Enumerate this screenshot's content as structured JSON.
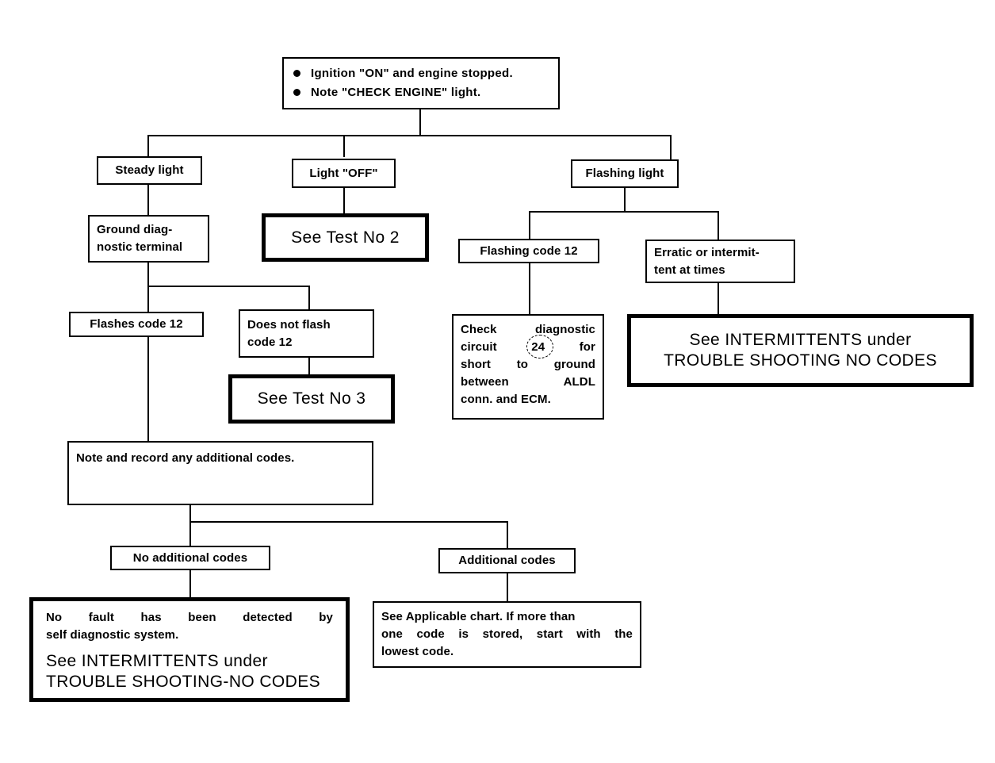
{
  "diagram": {
    "title": "CHECK ENGINE light diagnostic flow chart",
    "line_color": "#000000",
    "background": "#ffffff"
  },
  "nodes": {
    "start": {
      "bullets": [
        "Ignition \"ON\" and engine stopped.",
        "Note \"CHECK ENGINE\" light."
      ]
    },
    "steady_light": {
      "label": "Steady light"
    },
    "light_off": {
      "label": "Light \"OFF\""
    },
    "flashing_light": {
      "label": "Flashing light"
    },
    "ground_diagnostic": {
      "line1": "Ground     diag-",
      "line2": "nostic terminal"
    },
    "see_test_no_2": {
      "label": "See Test No  2"
    },
    "flashing_code_12": {
      "label": "Flashing code 12"
    },
    "erratic": {
      "line1": "Erratic  or  intermit-",
      "line2": "tent at times"
    },
    "flashes_code_12": {
      "label": "Flashes code 12"
    },
    "does_not_flash": {
      "line1": "Does   not   flash",
      "line2": "code 12"
    },
    "see_test_no_3": {
      "label": "See Test No  3"
    },
    "check_diagnostic_circuit": {
      "line1": "Check      diagnostic",
      "line2_a": "circuit",
      "line2_code": "24",
      "line2_b": "for",
      "line3": "short    to    ground",
      "line4": "between        ALDL",
      "line5": "conn. and ECM."
    },
    "see_intermittents_right": {
      "line1": "See INTERMITTENTS under",
      "line2": "TROUBLE SHOOTING NO CODES"
    },
    "note_record": {
      "label": "Note and record any additional codes."
    },
    "no_additional_codes": {
      "label": "No additional codes"
    },
    "additional_codes": {
      "label": "Additional codes"
    },
    "no_fault": {
      "line1": "No  fault  has  been  detected  by",
      "line2": "self diagnostic system.",
      "ref1": "See INTERMITTENTS under",
      "ref2": "TROUBLE SHOOTING-NO CODES"
    },
    "see_applicable_chart": {
      "line1": "See Applicable chart.   If more than",
      "line2": "one  code  is  stored,  start  with  the",
      "line3": "lowest code."
    }
  }
}
